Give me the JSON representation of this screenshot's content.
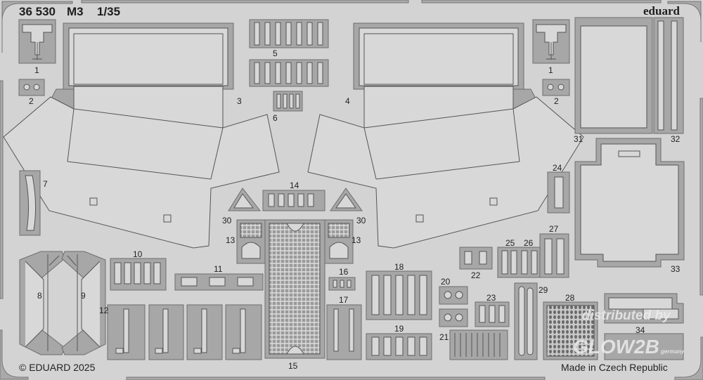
{
  "header": {
    "code": "36 530",
    "model": "M3",
    "scale": "1/35",
    "brand": "eduard"
  },
  "footer": {
    "copyright": "© EDUARD 2025",
    "origin": "Made in Czech Republic"
  },
  "watermark": {
    "line1": "distributed by",
    "line2": "GLOW2B",
    "line3": "germany"
  },
  "labels": {
    "p1": "1",
    "p1b": "1",
    "p2": "2",
    "p2b": "2",
    "p3": "3",
    "p4": "4",
    "p5": "5",
    "p6": "6",
    "p7": "7",
    "p8": "8",
    "p9": "9",
    "p10": "10",
    "p11": "11",
    "p12": "12",
    "p13": "13",
    "p13b": "13",
    "p14": "14",
    "p15": "15",
    "p16": "16",
    "p17": "17",
    "p18": "18",
    "p19": "19",
    "p20": "20",
    "p21": "21",
    "p22": "22",
    "p23": "23",
    "p24": "24",
    "p25": "25",
    "p26": "26",
    "p27": "27",
    "p28": "28",
    "p29": "29",
    "p30": "30",
    "p30b": "30",
    "p31": "31",
    "p32": "32",
    "p33": "33",
    "p34": "34"
  },
  "colors": {
    "background": "#d3d3d3",
    "carrier": "#a7a7a7",
    "part": "#d8d8d8",
    "outline": "#555555"
  }
}
